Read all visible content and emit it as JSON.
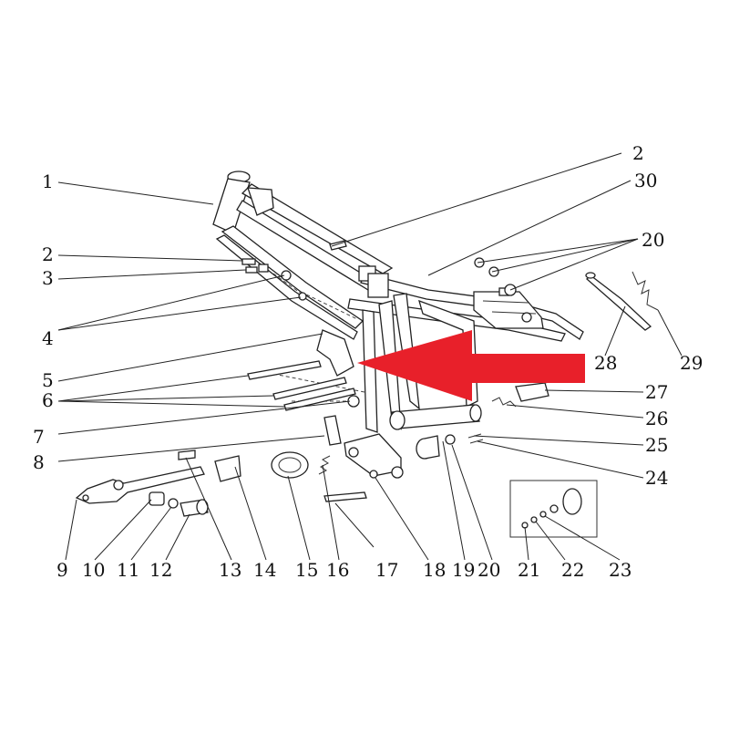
{
  "diagram": {
    "callouts": [
      {
        "id": "c1",
        "label": "1"
      },
      {
        "id": "c2a",
        "label": "2"
      },
      {
        "id": "c30",
        "label": "30"
      },
      {
        "id": "c20a",
        "label": "20"
      },
      {
        "id": "c2b",
        "label": "2"
      },
      {
        "id": "c3",
        "label": "3"
      },
      {
        "id": "c4",
        "label": "4"
      },
      {
        "id": "c5",
        "label": "5"
      },
      {
        "id": "c6",
        "label": "6"
      },
      {
        "id": "c7",
        "label": "7"
      },
      {
        "id": "c8",
        "label": "8"
      },
      {
        "id": "c28",
        "label": "28"
      },
      {
        "id": "c29",
        "label": "29"
      },
      {
        "id": "c27",
        "label": "27"
      },
      {
        "id": "c26",
        "label": "26"
      },
      {
        "id": "c25",
        "label": "25"
      },
      {
        "id": "c24",
        "label": "24"
      },
      {
        "id": "c9",
        "label": "9"
      },
      {
        "id": "c10",
        "label": "10"
      },
      {
        "id": "c11",
        "label": "11"
      },
      {
        "id": "c12",
        "label": "12"
      },
      {
        "id": "c13",
        "label": "13"
      },
      {
        "id": "c14",
        "label": "14"
      },
      {
        "id": "c15",
        "label": "15"
      },
      {
        "id": "c16",
        "label": "16"
      },
      {
        "id": "c17",
        "label": "17"
      },
      {
        "id": "c18",
        "label": "18"
      },
      {
        "id": "c19",
        "label": "19"
      },
      {
        "id": "c20b",
        "label": "20"
      },
      {
        "id": "c21",
        "label": "21"
      },
      {
        "id": "c22",
        "label": "22"
      },
      {
        "id": "c23",
        "label": "23"
      }
    ],
    "arrow_color": "#e8202a"
  }
}
